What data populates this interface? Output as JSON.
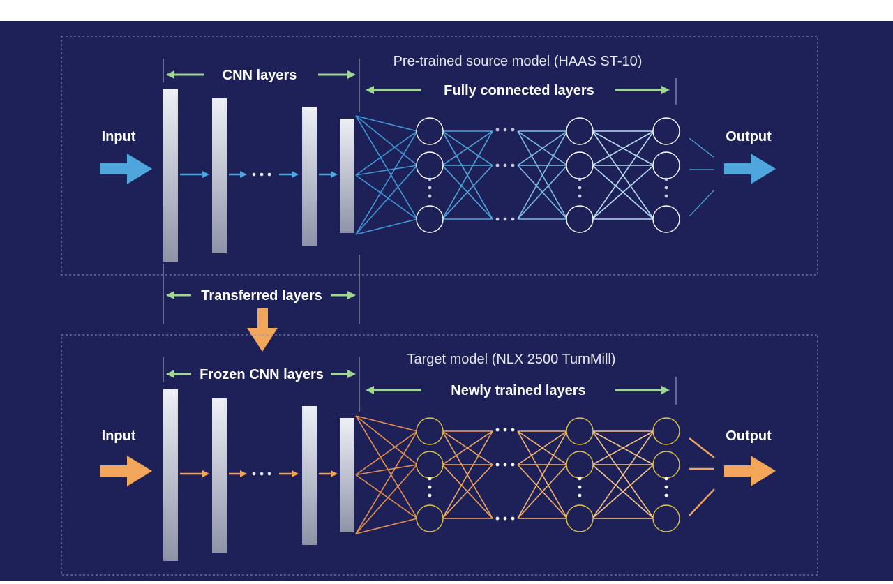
{
  "colors": {
    "background": "#1e2158",
    "source_accent": "#4ea6dc",
    "target_accent": "#f2a65a",
    "span_arrow": "#9fd890",
    "node_outline_source": "#ffffff",
    "node_outline_target": "#e5c43d"
  },
  "source": {
    "title": "Pre-trained source model (HAAS ST-10)",
    "cnn_label": "CNN layers",
    "fc_label": "Fully connected layers",
    "input_label": "Input",
    "output_label": "Output"
  },
  "transfer": {
    "label": "Transferred layers",
    "arrow_icon": "down-arrow-icon"
  },
  "target": {
    "title": "Target model (NLX 2500 TurnMill)",
    "cnn_label": "Frozen CNN layers",
    "fc_label": "Newly trained layers",
    "input_label": "Input",
    "output_label": "Output"
  }
}
